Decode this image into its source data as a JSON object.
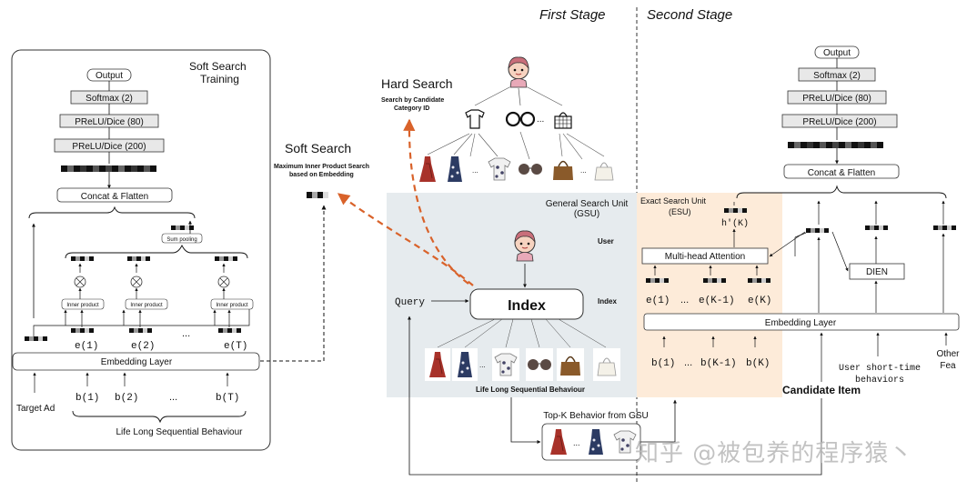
{
  "stages": {
    "first": "First Stage",
    "second": "Second Stage"
  },
  "left_panel": {
    "title_line1": "Soft Search",
    "title_line2": "Training",
    "output": "Output",
    "softmax": "Softmax (2)",
    "prelu_80": "PReLU/Dice (80)",
    "prelu_200": "PReLU/Dice (200)",
    "concat": "Concat & Flatten",
    "sum_pooling": "Sum pooling",
    "inner_product": "Inner product",
    "embedding_layer": "Embedding Layer",
    "target_ad": "Target Ad",
    "e1": "e(1)",
    "e2": "e(2)",
    "eT": "e(T)",
    "dots": "...",
    "b1": "b(1)",
    "b2": "b(2)",
    "bT": "b(T)",
    "behaviour": "Life Long Sequential Behaviour"
  },
  "soft_search": {
    "title": "Soft Search",
    "desc_line1": "Maximum Inner Product Search",
    "desc_line2": "based on Embedding"
  },
  "hard_search": {
    "title": "Hard Search",
    "desc_line1": "Search by Candidate",
    "desc_line2": "Category ID"
  },
  "gsu": {
    "title_line1": "General Search Unit",
    "title_line2": "(GSU)",
    "user": "User",
    "index_label": "Index",
    "index_box": "Index",
    "query": "Query",
    "behaviour": "Life Long Sequential Behaviour"
  },
  "esu": {
    "title_line1": "Exact Search Unit",
    "title_line2": "(ESU)",
    "hk": "h'(K)",
    "attention": "Multi-head Attention",
    "e1": "e(1)",
    "eK1": "e(K-1)",
    "eK": "e(K)",
    "dots": "...",
    "b1": "b(1)",
    "bK1": "b(K-1)",
    "bK": "b(K)"
  },
  "right_panel": {
    "output": "Output",
    "softmax": "Softmax (2)",
    "prelu_80": "PReLU/Dice (80)",
    "prelu_200": "PReLU/Dice (200)",
    "concat": "Concat & Flatten",
    "dien": "DIEN",
    "embedding_layer": "Embedding Layer",
    "user_short_line1": "User short-time",
    "user_short_line2": "behaviors",
    "other_line1": "Other",
    "other_line2": "Fea",
    "candidate": "Candidate Item"
  },
  "topk": {
    "title": "Top-K Behavior from GSU",
    "dots": "..."
  },
  "watermark": "知乎 @被包养的程序猿丶",
  "colors": {
    "gsu_bg": "#e6ebee",
    "esu_bg": "#fdebd9",
    "orange": "#d9622a"
  }
}
